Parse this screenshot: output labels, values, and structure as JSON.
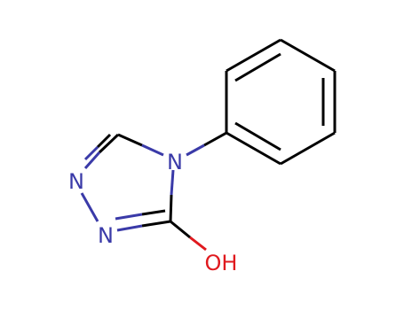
{
  "molecule": {
    "atoms": {
      "n4": {
        "symbol": "N",
        "color": "#3a3aa8"
      },
      "n1": {
        "symbol": "N",
        "color": "#3a3aa8"
      },
      "n2": {
        "symbol": "N",
        "color": "#3a3aa8"
      },
      "oh": {
        "symbol": "OH",
        "color": "#e0191e"
      }
    },
    "colors": {
      "carbon_bond": "#000000",
      "nitrogen": "#3a3aa8",
      "oxygen": "#e0191e"
    }
  }
}
